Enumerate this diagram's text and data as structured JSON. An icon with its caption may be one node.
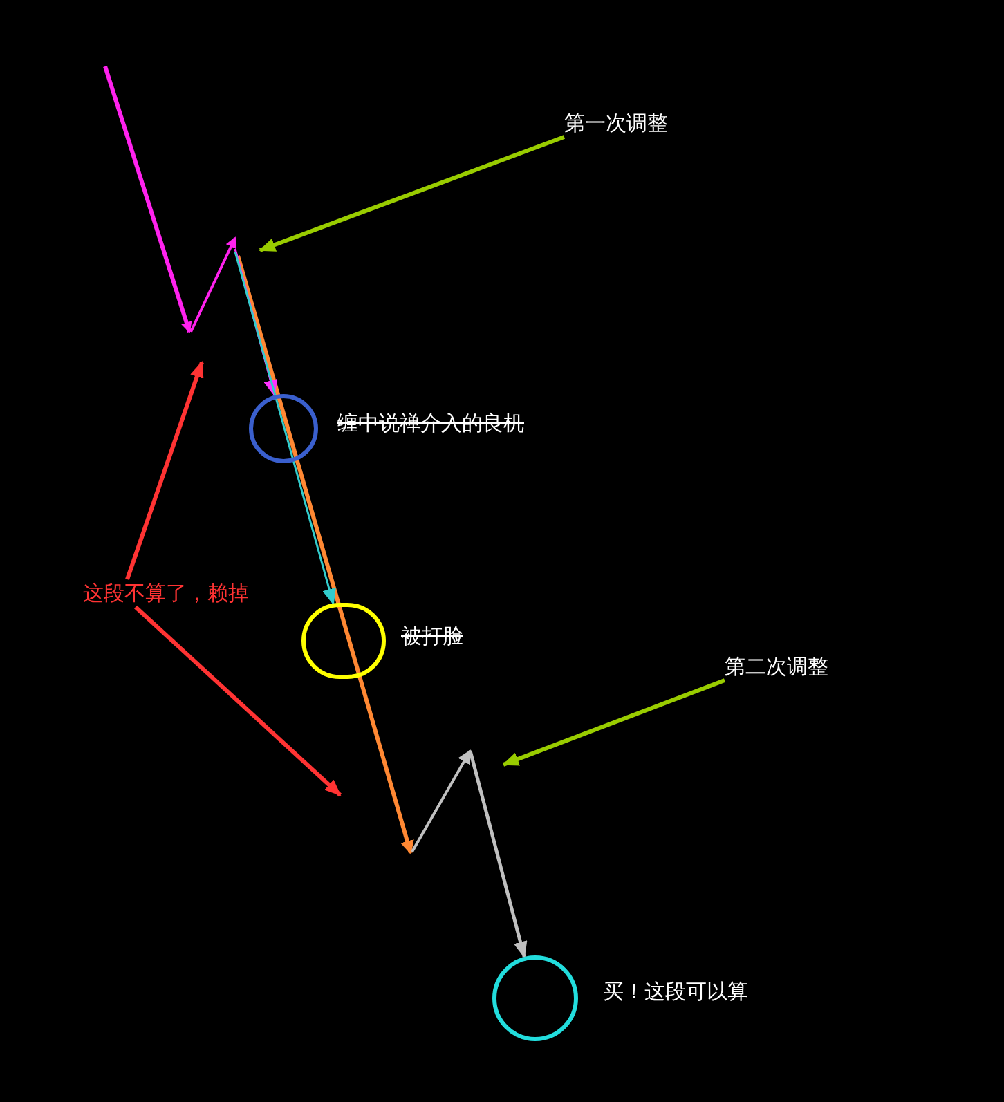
{
  "diagram": {
    "nodes": [
      {
        "text": [
          "第一次调整"
        ]
      },
      {
        "text": [],
        "shape": "circle",
        "beside": [
          "缠中说禅介入的良机"
        ]
      },
      {
        "text": [
          "这段不算了，赖掉"
        ]
      },
      {
        "text": [],
        "shape": "circle",
        "beside": [
          "被打脸"
        ]
      },
      {
        "text": [
          "第二次调整"
        ]
      },
      {
        "text": [],
        "shape": "circle",
        "beside": [
          "买！这段可以算"
        ]
      }
    ],
    "edges": [
      {
        "from": 0,
        "to": null,
        "arrow": "to",
        "color": "#99cc00"
      },
      {
        "from": null,
        "to": 1,
        "arrow": "to",
        "color": "#ff33ff"
      },
      {
        "from": 2,
        "to": null,
        "arrow": "to",
        "color": "#ff3333"
      },
      {
        "from": 2,
        "to": null,
        "arrow": "to",
        "color": "#ff3333"
      },
      {
        "from": null,
        "to": 3,
        "arrow": "to",
        "color": "#33cccc"
      },
      {
        "from": 4,
        "to": null,
        "arrow": "to",
        "color": "#99cc00"
      },
      {
        "from": null,
        "to": 5,
        "arrow": "to",
        "color": "#c0c0c0"
      }
    ]
  }
}
